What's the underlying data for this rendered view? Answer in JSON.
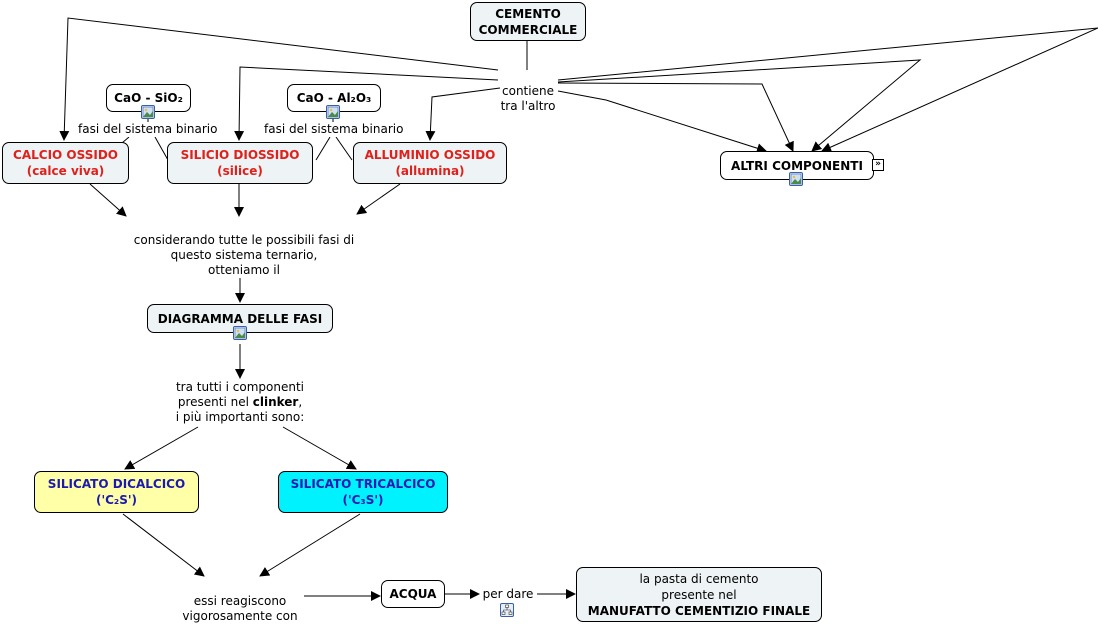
{
  "nodes": {
    "cemento": "CEMENTO\nCOMMERCIALE",
    "cao_sio2": "CaO - SiO₂",
    "cao_al2o3": "CaO - Al₂O₃",
    "calcio": "CALCIO OSSIDO\n(calce viva)",
    "silicio": "SILICIO DIOSSIDO\n(silice)",
    "alluminio": "ALLUMINIO OSSIDO\n(allumina)",
    "altri": "ALTRI COMPONENTI",
    "diagramma": "DIAGRAMMA DELLE FASI",
    "dicalcico": "SILICATO DICALCICO\n('C₂S')",
    "tricalcico": "SILICATO TRICALCICO\n('C₃S')",
    "acqua": "ACQUA",
    "pasta_line1": "la pasta di cemento",
    "pasta_line2": "presente nel",
    "pasta_bold": "MANUFATTO CEMENTIZIO FINALE"
  },
  "phrases": {
    "contiene": "contiene\ntra l'altro",
    "fasi1": "fasi del sistema binario",
    "fasi2": "fasi del sistema binario",
    "considerando": "considerando tutte le possibili fasi di\nquesto sistema ternario,\notteniamo il",
    "tra_line1": "tra tutti i componenti",
    "tra_line2_pre": "presenti nel ",
    "tra_line2_bold": "clinker",
    "tra_line2_post": ",",
    "tra_line3": "i più importanti sono:",
    "essi": "essi reagiscono\nvigorosamente con",
    "per_dare": "per dare"
  },
  "icons": {
    "image": "image-icon",
    "expand": "expand-icon",
    "submap": "submap-icon"
  },
  "colors": {
    "node_bg": "#eef3f5",
    "red_text": "#e0201a",
    "blue_text": "#1a1ab0",
    "yellow_bg": "#ffffa8",
    "cyan_bg": "#00f2ff"
  }
}
